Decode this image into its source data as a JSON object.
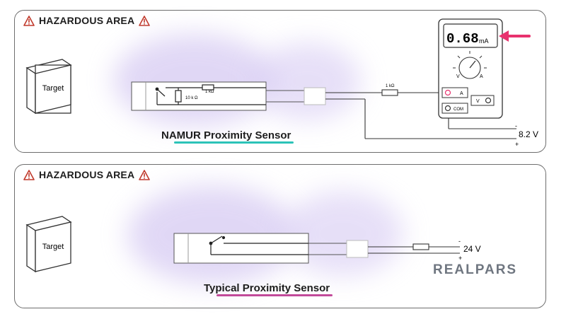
{
  "hazard_label": "HAZARDOUS AREA",
  "top": {
    "caption": "NAMUR Proximity Sensor",
    "target": "Target",
    "r_inner": "10 k Ω",
    "r_inner2": "1 kΩ",
    "r_line": "1 kΩ",
    "display_value": "0.68",
    "display_unit": "mA",
    "dial_left": "V",
    "dial_right": "A",
    "jack_a": "A",
    "jack_com": "COM",
    "jack_v": "V",
    "supply_minus": "-",
    "supply_voltage": "8.2 V",
    "supply_plus": "+",
    "underline_color": "#2cc3b8"
  },
  "bottom": {
    "caption": "Typical Proximity Sensor",
    "target": "Target",
    "supply_minus": "-",
    "supply_voltage": "24 V",
    "supply_plus": "+",
    "underline_color": "#c24a9a"
  },
  "brand": "REALPARS",
  "colors": {
    "arrow": "#e8326e",
    "haze": "#b9a6e6",
    "panel_border": "#6e6e6e"
  }
}
